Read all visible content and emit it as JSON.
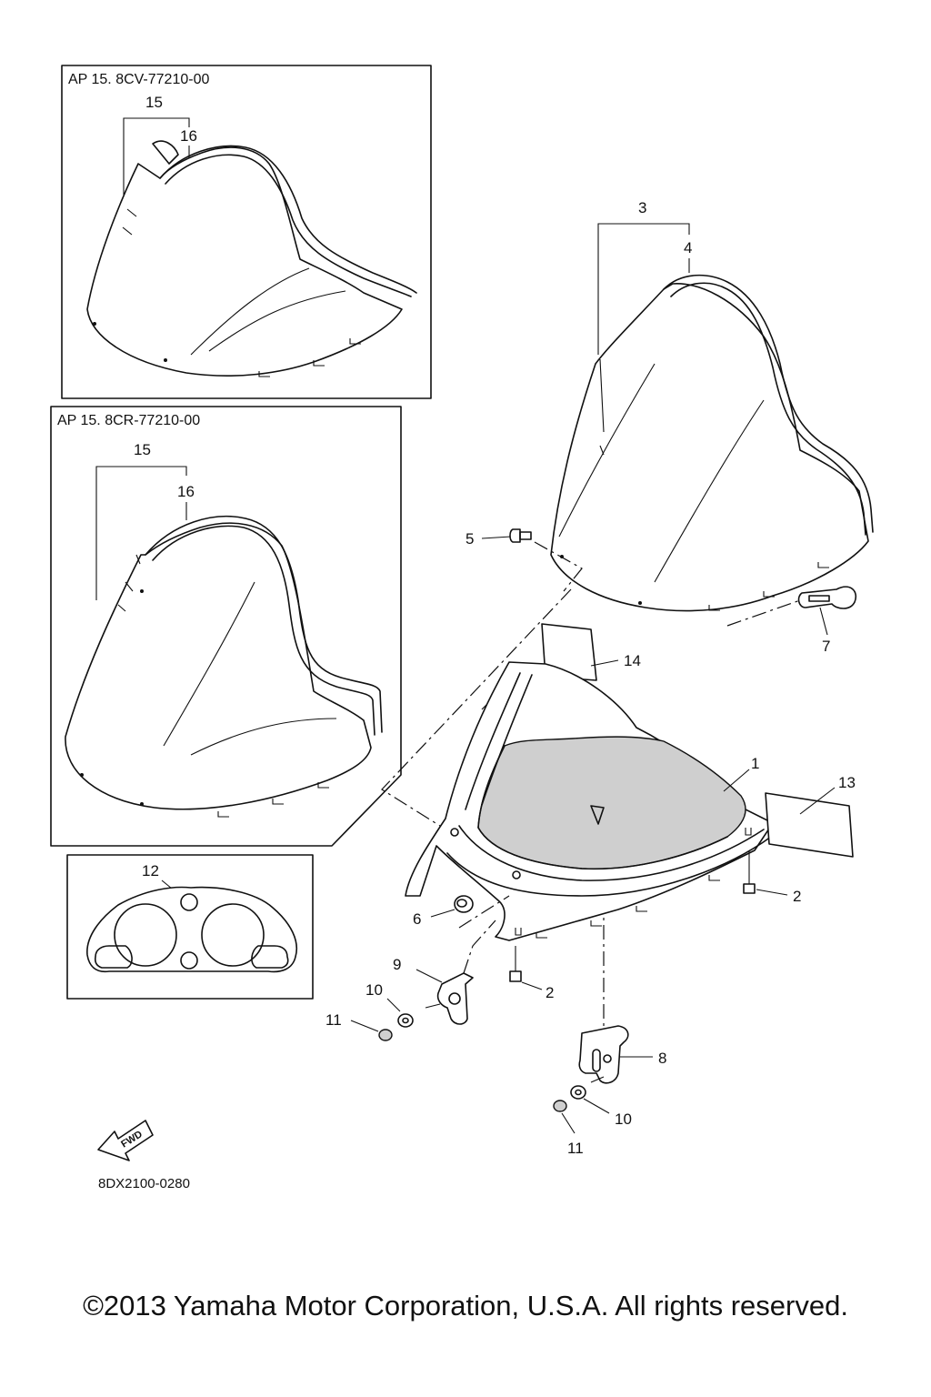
{
  "panels": {
    "top": {
      "title": "AP  15. 8CV-77210-00",
      "callouts": [
        "15",
        "16"
      ]
    },
    "middle": {
      "title": "AP  15. 8CR-77210-00",
      "callouts": [
        "15",
        "16"
      ]
    },
    "bottom": {
      "callouts": [
        "12"
      ]
    }
  },
  "callouts": {
    "c1": "1",
    "c2a": "2",
    "c2b": "2",
    "c3": "3",
    "c4": "4",
    "c5": "5",
    "c6": "6",
    "c7": "7",
    "c8": "8",
    "c9": "9",
    "c10a": "10",
    "c10b": "10",
    "c11a": "11",
    "c11b": "11",
    "c13": "13",
    "c14": "14"
  },
  "fwd_label": "FWD",
  "diagram_code": "8DX2100-0280",
  "copyright": "©2013 Yamaha Motor Corporation, U.S.A. All rights reserved."
}
